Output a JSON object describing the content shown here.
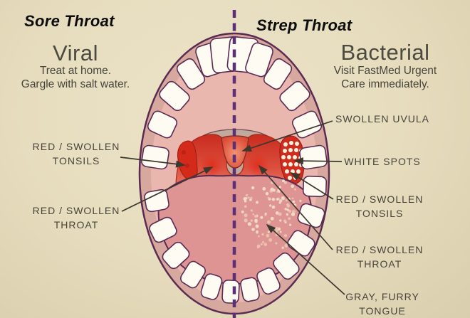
{
  "titles": {
    "left": "Sore Throat",
    "right": "Strep Throat"
  },
  "panels": {
    "viral": {
      "heading": "Viral",
      "line1": "Treat at home.",
      "line2": "Gargle with salt water."
    },
    "bacterial": {
      "heading": "Bacterial",
      "line1": "Visit FastMed Urgent",
      "line2": "Care immediately."
    }
  },
  "labels": {
    "left_tonsils": {
      "line1": "RED / SWOLLEN",
      "line2": "TONSILS"
    },
    "left_throat": {
      "line1": "RED / SWOLLEN",
      "line2": "THROAT"
    },
    "uvula": {
      "line1": "SWOLLEN UVULA"
    },
    "white_spots": {
      "line1": "WHITE SPOTS"
    },
    "right_tonsils": {
      "line1": "RED / SWOLLEN",
      "line2": "TONSILS"
    },
    "right_throat": {
      "line1": "RED / SWOLLEN",
      "line2": "THROAT"
    },
    "tongue": {
      "line1": "GRAY, FURRY",
      "line2": "TONGUE"
    }
  },
  "colors": {
    "background": "#e6dcbd",
    "ink": "#45433a",
    "title_ink": "#0c0c0c",
    "outline_purple": "#5b2b52",
    "dash_purple": "#5d2f77",
    "red": "#d22b1e",
    "red_light": "#e8796a",
    "palate_pink": "#e9b7ad",
    "gum_pink": "#d6a89e",
    "tongue_pink": "#dd9492",
    "throat_gray": "#bfaa9c",
    "tooth_white": "#fdfbf2"
  }
}
